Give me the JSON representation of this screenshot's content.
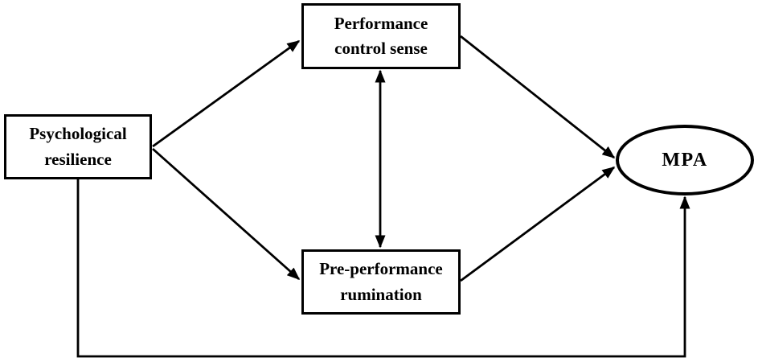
{
  "diagram": {
    "type": "path-model",
    "nodes": {
      "psychological_resilience": {
        "label": "Psychological resilience",
        "shape": "rectangle"
      },
      "performance_control_sense": {
        "label": "Performance control sense",
        "shape": "rectangle"
      },
      "pre_performance_rumination": {
        "label": "Pre-performance rumination",
        "shape": "rectangle"
      },
      "mpa": {
        "label": "MPA",
        "shape": "ellipse"
      }
    },
    "edges": [
      {
        "from": "Psychological resilience",
        "to": "Performance control sense",
        "type": "directed"
      },
      {
        "from": "Psychological resilience",
        "to": "Pre-performance rumination",
        "type": "directed"
      },
      {
        "from": "Performance control sense",
        "to": "MPA",
        "type": "directed"
      },
      {
        "from": "Pre-performance rumination",
        "to": "MPA",
        "type": "directed"
      },
      {
        "from": "Performance control sense",
        "to": "Pre-performance rumination",
        "type": "bidirectional"
      },
      {
        "from": "Psychological resilience",
        "to": "MPA",
        "type": "directed"
      }
    ],
    "colors": {
      "line": "#000000",
      "bg": "#ffffff",
      "text": "#000000"
    }
  }
}
